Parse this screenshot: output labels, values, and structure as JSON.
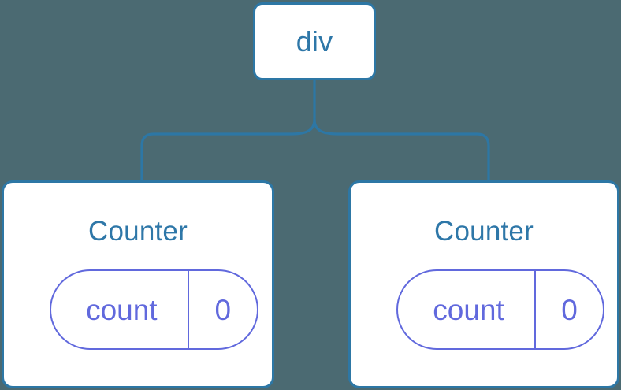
{
  "diagram": {
    "type": "component-tree",
    "background_color": "#4b6a72",
    "node_border_color": "#2d77a5",
    "node_text_color": "#2e77a8",
    "state_color": "#6169dd",
    "connector_color": "#2d77a5"
  },
  "root": {
    "label": "div"
  },
  "children": [
    {
      "label": "Counter",
      "state": {
        "key": "count",
        "value": "0"
      }
    },
    {
      "label": "Counter",
      "state": {
        "key": "count",
        "value": "0"
      }
    }
  ]
}
